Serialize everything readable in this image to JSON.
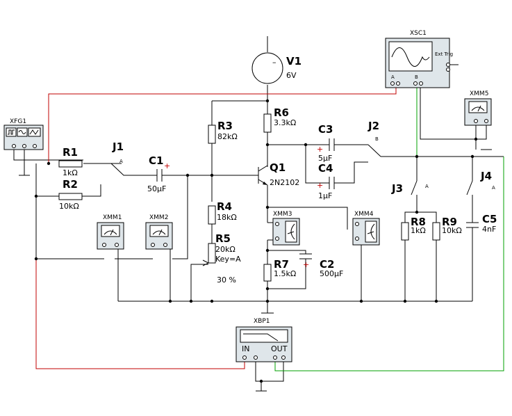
{
  "instruments": {
    "xfg1": "XFG1",
    "xsc1": "XSC1",
    "xsc1_ext_trig": "Ext Trig",
    "xsc1_ch_a": "A",
    "xsc1_ch_b": "B",
    "xmm1": "XMM1",
    "xmm2": "XMM2",
    "xmm3": "XMM3",
    "xmm4": "XMM4",
    "xmm5": "XMM5",
    "xbp1": "XBP1",
    "xbp1_in": "IN",
    "xbp1_out": "OUT"
  },
  "components": {
    "v1": {
      "label": "V1",
      "value": "6V"
    },
    "r1": {
      "label": "R1",
      "value": "1kΩ"
    },
    "r2": {
      "label": "R2",
      "value": "10kΩ"
    },
    "r3": {
      "label": "R3",
      "value": "82kΩ"
    },
    "r4": {
      "label": "R4",
      "value": "18kΩ"
    },
    "r5": {
      "label": "R5",
      "value": "20kΩ",
      "key": "Key=A",
      "setting": "30 %"
    },
    "r6": {
      "label": "R6",
      "value": "3.3kΩ"
    },
    "r7": {
      "label": "R7",
      "value": "1.5kΩ"
    },
    "r8": {
      "label": "R8",
      "value": "1kΩ"
    },
    "r9": {
      "label": "R9",
      "value": "10kΩ"
    },
    "c1": {
      "label": "C1",
      "value": "50µF"
    },
    "c2": {
      "label": "C2",
      "value": "500µF"
    },
    "c3": {
      "label": "C3",
      "value": "5µF"
    },
    "c4": {
      "label": "C4",
      "value": "1µF"
    },
    "c5": {
      "label": "C5",
      "value": "4nF"
    },
    "q1": {
      "label": "Q1",
      "value": "2N2102"
    },
    "j1": {
      "label": "J1",
      "key": "A"
    },
    "j2": {
      "label": "J2",
      "key": "B"
    },
    "j3": {
      "label": "J3",
      "key": "A"
    },
    "j4": {
      "label": "J4",
      "key": "A"
    }
  },
  "colors": {
    "wire": "#000000",
    "signal_wire_red": "#c00000",
    "signal_wire_green": "#00a000",
    "instrument_fill": "#dfe6ea"
  }
}
